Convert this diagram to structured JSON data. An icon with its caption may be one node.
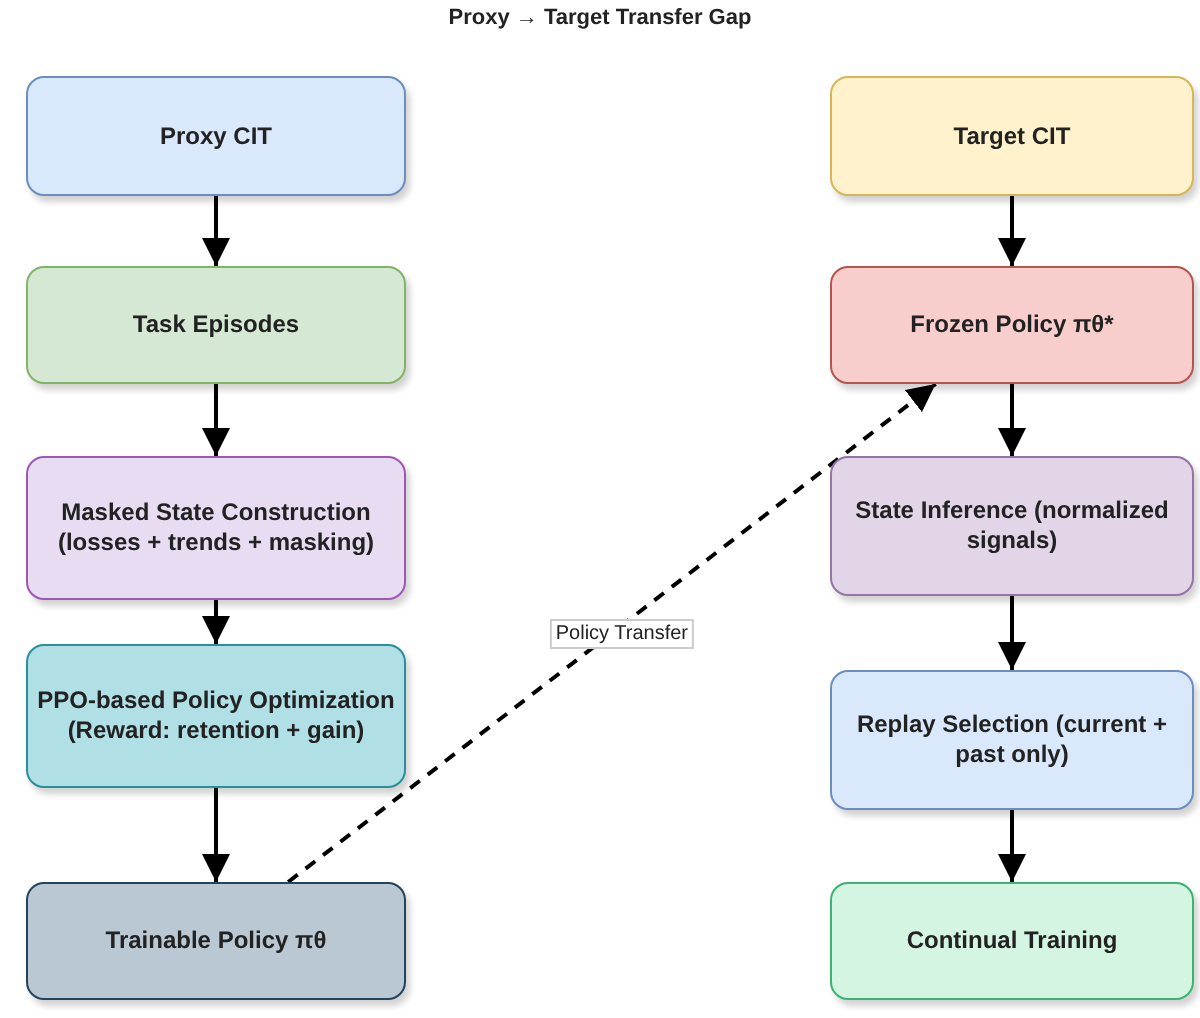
{
  "diagram": {
    "title": "Proxy → Target Transfer Gap",
    "nodes": [
      {
        "text": [
          "Proxy CIT"
        ]
      },
      {
        "text": [
          "Task Episodes"
        ]
      },
      {
        "text": [
          "Masked State Construction (losses + trends + masking)"
        ]
      },
      {
        "text": [
          "PPO-based Policy Optimization (Reward: retention + gain)"
        ]
      },
      {
        "text": [
          "Trainable Policy πθ"
        ]
      },
      {
        "text": [
          "Target CIT"
        ]
      },
      {
        "text": [
          "Frozen Policy πθ*"
        ]
      },
      {
        "text": [
          "State Inference (normalized signals)"
        ]
      },
      {
        "text": [
          "Replay Selection (current + past only)"
        ]
      },
      {
        "text": [
          "Continual Training"
        ]
      }
    ],
    "edges": [
      {
        "from": 0,
        "to": 1,
        "arrow": "to"
      },
      {
        "from": 1,
        "to": 2,
        "arrow": "to"
      },
      {
        "from": 2,
        "to": 3,
        "arrow": "to"
      },
      {
        "from": 3,
        "to": 4,
        "arrow": "to"
      },
      {
        "from": 5,
        "to": 6,
        "arrow": "to"
      },
      {
        "from": 6,
        "to": 7,
        "arrow": "to"
      },
      {
        "from": 7,
        "to": 8,
        "arrow": "to"
      },
      {
        "from": 8,
        "to": 9,
        "arrow": "to"
      },
      {
        "from": 4,
        "to": 6,
        "arrow": "to",
        "label": "Policy Transfer",
        "style": "dashed"
      }
    ]
  }
}
